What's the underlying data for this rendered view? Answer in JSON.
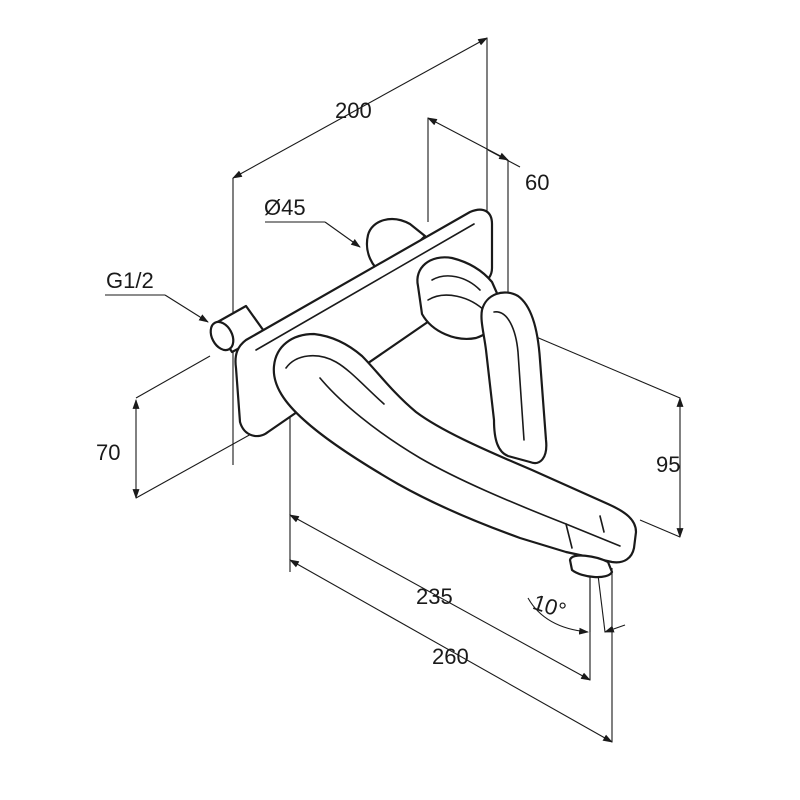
{
  "dimensions": {
    "width_200": "200",
    "depth_60": "60",
    "diameter_45": "Ø45",
    "thread": "G1/2",
    "height_70": "70",
    "height_95": "95",
    "spout_235": "235",
    "spout_260": "260",
    "angle": "10°"
  }
}
